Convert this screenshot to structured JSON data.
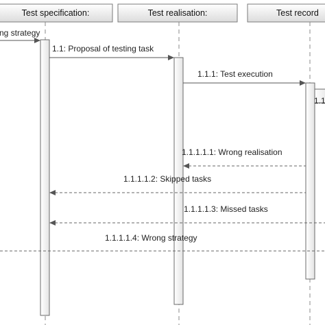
{
  "lifelines": [
    {
      "label": "Test specification:"
    },
    {
      "label": "Test realisation:"
    },
    {
      "label": "Test record"
    }
  ],
  "messages": [
    {
      "label": "ng strategy"
    },
    {
      "label": "1.1: Proposal of testing task"
    },
    {
      "label": "1.1.1: Test execution"
    },
    {
      "label": "1.1"
    },
    {
      "label": "1.1.1.1.1: Wrong realisation"
    },
    {
      "label": "1.1.1.1.2: Skipped tasks"
    },
    {
      "label": "1.1.1.1.3: Missed tasks"
    },
    {
      "label": "1.1.1.1.4: Wrong strategy"
    }
  ]
}
